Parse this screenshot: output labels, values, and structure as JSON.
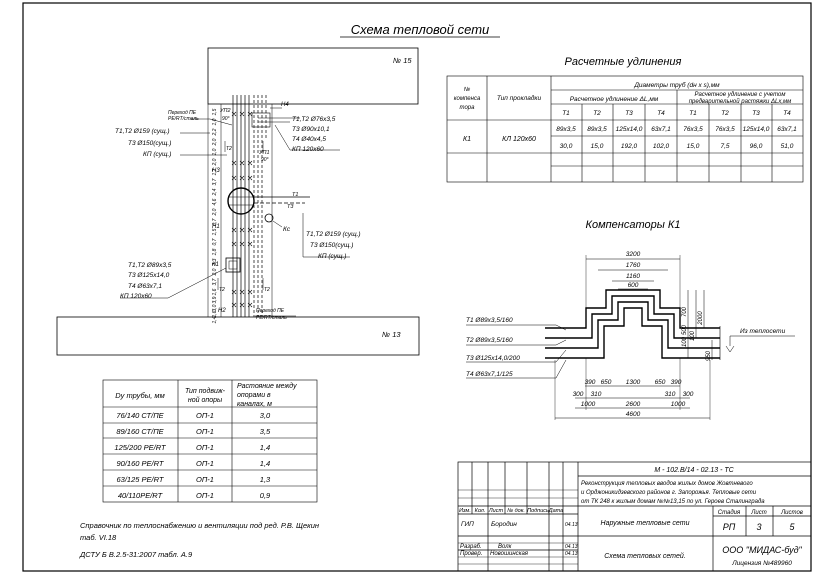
{
  "title": "Схема тепловой сети",
  "buildings": {
    "top": "№ 15",
    "bottom": "№ 13"
  },
  "scheme": {
    "left_top": [
      "Т1,Т2 Ø159 (сущ.)",
      "Т3 Ø150(сущ.)",
      "КП (сущ.)"
    ],
    "right_top": [
      "Т1,Т2 Ø76х3,5",
      "Т3 Ø90х10,1",
      "Т4 Ø40х4,5",
      "КП 120х60"
    ],
    "right_mid": [
      "Т1,Т2 Ø159 (сущ.)",
      "Т3 Ø150(сущ.)",
      "КП (сущ.)"
    ],
    "left_bottom": [
      "Т1,Т2 Ø89х3,5",
      "Т3 Ø125х14,0",
      "Т4 Ø63х7,1",
      "КП 120х60"
    ],
    "transition_top": [
      "Переход ПЕ",
      "PE/RT/сталь"
    ],
    "transition_bottom": [
      "Переход ПЕ",
      "PE/RT/сталь"
    ],
    "marks": {
      "up2": "УП2",
      "up1": "УП1",
      "h4": "Н4",
      "h3": "Н3",
      "h1": "Н1",
      "h2": "Н2",
      "k1": "К1",
      "kc": "Кс",
      "angle_top": "90°",
      "angle_up1": "90°",
      "t1": "Т1",
      "t3": "Т3",
      "t2_short": "Т2"
    },
    "dims": [
      "1,5",
      "1,0",
      "2,2",
      "2,0",
      "1,0",
      "2,0",
      "1,7",
      "3,7",
      "2,4",
      "4,6",
      "2,0",
      "0,7",
      "1,5",
      "0,7",
      "1,8",
      "3,3",
      "2,0",
      "3,7",
      "1,6",
      "3,9",
      "3,0",
      "1,6",
      "1,4"
    ]
  },
  "elongation_table": {
    "title": "Расчетные удлинения",
    "col_num": [
      "№",
      "компенса",
      "тора"
    ],
    "col_type": "Тип прокладки",
    "group_header": "Диаметры труб (dн х s),мм",
    "sub_left": "Расчетное удлинение ΔL,мм",
    "sub_right": [
      "Расчетное удлинение с учетом",
      "предварительной растяжки ΔLх,мм"
    ],
    "pipe_cols": [
      "Т1",
      "Т2",
      "Т3",
      "Т4",
      "Т1",
      "Т2",
      "Т3",
      "Т4"
    ],
    "row_id": "К1",
    "row_type": "КЛ 120х60",
    "row_diams": [
      "89х3,5",
      "89х3,5",
      "125х14,0",
      "63х7,1",
      "76х3,5",
      "76х3,5",
      "125х14,0",
      "63х7,1"
    ],
    "row_values": [
      "30,0",
      "15,0",
      "192,0",
      "102,0",
      "15,0",
      "7,5",
      "96,0",
      "51,0"
    ]
  },
  "compensator": {
    "title": "Компенсаторы К1",
    "pipes": [
      "Т1 Ø89х3,5/160",
      "Т2 Ø89х3,5/160",
      "Т3 Ø125х14,0/200",
      "Т4 Ø63х7,1/125"
    ],
    "to_network": "Из теплосети",
    "top_dims": [
      "3200",
      "1760",
      "1160",
      "600"
    ],
    "vert_dims": [
      "100",
      "500",
      "700",
      "2000",
      "100",
      "950"
    ],
    "bottom_row1": [
      "390",
      "650",
      "1300",
      "650",
      "390"
    ],
    "bottom_row2": [
      "300",
      "310",
      "310",
      "300"
    ],
    "bottom_row3": [
      "1000",
      "2600",
      "1000"
    ],
    "total": "4600"
  },
  "support_table": {
    "headers": [
      "Dy трубы, мм",
      "Тип подвиж-ной опоры",
      "Растояние между опорами в каналах, м"
    ],
    "rows": [
      [
        "76/140 СТ/ПЕ",
        "ОП-1",
        "3,0"
      ],
      [
        "89/160 СТ/ПЕ",
        "ОП-1",
        "3,5"
      ],
      [
        "125/200 PE/RT",
        "ОП-1",
        "1,4"
      ],
      [
        "90/160 PE/RT",
        "ОП-1",
        "1,4"
      ],
      [
        "63/125 PE/RT",
        "ОП-1",
        "1,3"
      ],
      [
        "40/110PE/RT",
        "ОП-1",
        "0,9"
      ]
    ]
  },
  "notes": [
    "Справочник по теплоснабжению и вентиляции под ред. Р.В. Щекин",
    "таб. VI.18",
    "ДСТУ Б В.2.5-31:2007 табл. А.9"
  ],
  "stamp": {
    "code": "М - 102.В/14 - 02.13 - ТС",
    "project": [
      "Реконструкция тепловых вводов жилых домов Жовтневого",
      "и Орджоникидзевского районов г. Запорожья. Тепловые сети",
      "от ТК 248 к жилым домам №№13,15 по ул. Героев Сталинграда"
    ],
    "cols": [
      "Изм.",
      "Кол.",
      "Лист",
      "№ док.",
      "Подпись",
      "Дата"
    ],
    "gip_role": "ГИП",
    "gip_name": "Бородин",
    "gip_date": "04.13",
    "dev_role": "Разраб.",
    "dev_name": "Волк",
    "dev_date": "04.13",
    "chk_role": "Провер.",
    "chk_name": "Новошинская",
    "chk_date": "04.13",
    "section": "Наружные тепловые сети",
    "stage_label": "Стадия",
    "sheet_label": "Лист",
    "sheets_label": "Листов",
    "stage": "РП",
    "sheet": "3",
    "sheets": "5",
    "sheet_title": "Схема тепловых сетей.",
    "company": "ООО \"МИДАС-буд\"",
    "license": "Лицензия №489960"
  }
}
